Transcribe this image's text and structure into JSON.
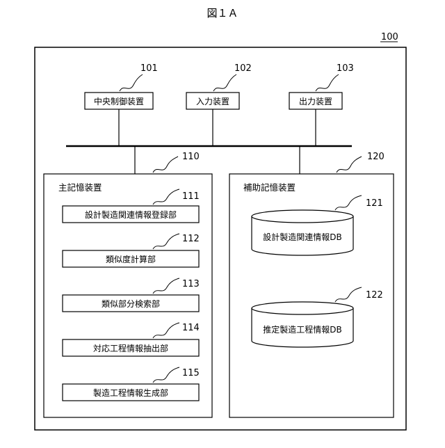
{
  "figure_label": "図１Ａ",
  "system": {
    "ref": "100"
  },
  "devices": [
    {
      "ref": "101",
      "label": "中央制御装置"
    },
    {
      "ref": "102",
      "label": "入力装置"
    },
    {
      "ref": "103",
      "label": "出力装置"
    }
  ],
  "main_storage": {
    "ref": "110",
    "title": "主記憶装置",
    "units": [
      {
        "ref": "111",
        "label": "設計製造関連情報登録部"
      },
      {
        "ref": "112",
        "label": "類似度計算部"
      },
      {
        "ref": "113",
        "label": "類似部分検索部"
      },
      {
        "ref": "114",
        "label": "対応工程情報抽出部"
      },
      {
        "ref": "115",
        "label": "製造工程情報生成部"
      }
    ]
  },
  "aux_storage": {
    "ref": "120",
    "title": "補助記憶装置",
    "databases": [
      {
        "ref": "121",
        "label": "設計製造関連情報DB"
      },
      {
        "ref": "122",
        "label": "推定製造工程情報DB"
      }
    ]
  }
}
